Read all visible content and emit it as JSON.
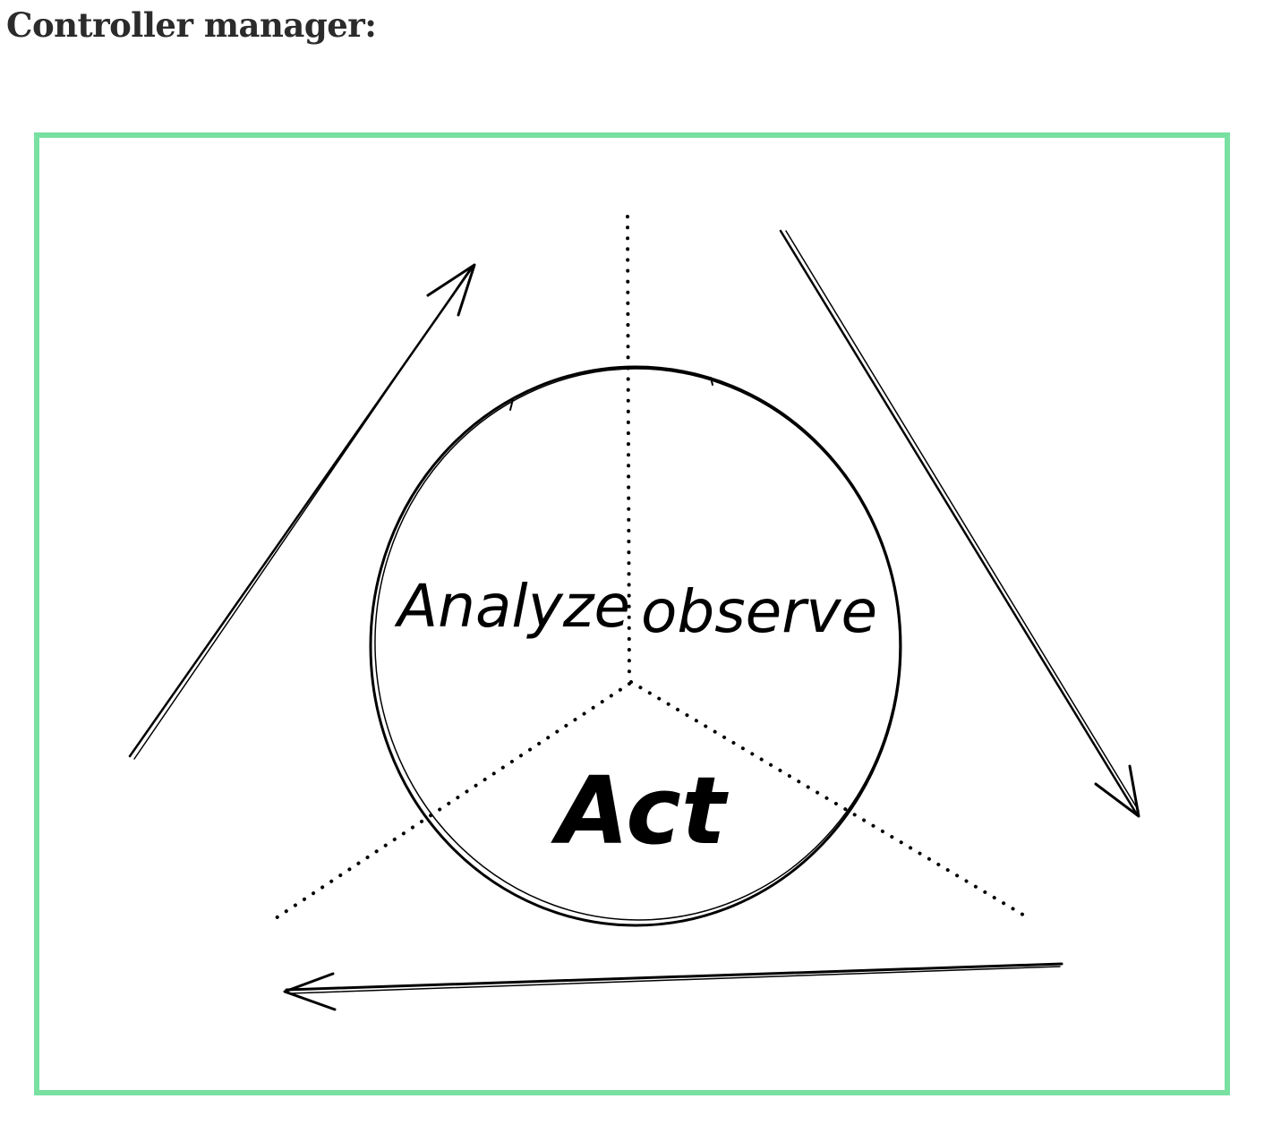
{
  "heading": "Controller manager:",
  "diagram": {
    "frame_color": "#78e0a0",
    "stroke_color": "#000000",
    "segments": {
      "analyze": "Analyze",
      "observe": "observe",
      "act": "Act"
    },
    "arrows": [
      {
        "name": "arrow-up-right",
        "from": "bottom-left",
        "to": "top"
      },
      {
        "name": "arrow-down-right",
        "from": "top",
        "to": "bottom-right"
      },
      {
        "name": "arrow-left",
        "from": "bottom-right",
        "to": "bottom-left"
      }
    ]
  }
}
